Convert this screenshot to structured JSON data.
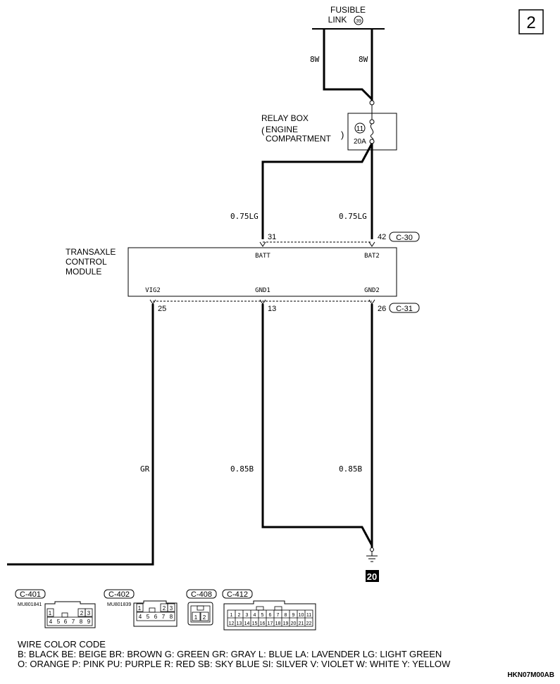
{
  "page_number": "2",
  "fusible_link": {
    "line1": "FUSIBLE",
    "line2": "LINK",
    "number": "39"
  },
  "wires": {
    "w8_left": "8W",
    "w8_right": "8W",
    "lg_left": "0.75LG",
    "lg_right": "0.75LG",
    "gr": "GR",
    "b_mid": "0.85B",
    "b_right": "0.85B"
  },
  "relay_box": {
    "title": "RELAY BOX",
    "sub1": "ENGINE",
    "sub2": "COMPARTMENT",
    "fuse_number": "11",
    "fuse_rating": "20A"
  },
  "module": {
    "line1": "TRANSAXLE",
    "line2": "CONTROL",
    "line3": "MODULE",
    "batt": "BATT",
    "bat2": "BAT2",
    "vig2": "VIG2",
    "gnd1": "GND1",
    "gnd2": "GND2"
  },
  "pins": {
    "p31": "31",
    "p42": "42",
    "p25": "25",
    "p13": "13",
    "p26": "26"
  },
  "connectors": {
    "c30": "C-30",
    "c31": "C-31"
  },
  "ground_number": "20",
  "connector_views": [
    {
      "id": "C-401",
      "part": "MU801841",
      "pins": [
        "1",
        "2",
        "3",
        "4",
        "5",
        "6",
        "7",
        "8",
        "9"
      ]
    },
    {
      "id": "C-402",
      "part": "MU801839",
      "pins": [
        "1",
        "2",
        "3",
        "4",
        "5",
        "6",
        "7",
        "8"
      ]
    },
    {
      "id": "C-408",
      "part": "",
      "pins": [
        "1",
        "2"
      ]
    },
    {
      "id": "C-412",
      "part": "",
      "pins": [
        "1",
        "2",
        "3",
        "4",
        "5",
        "6",
        "7",
        "8",
        "9",
        "10",
        "11",
        "12",
        "13",
        "14",
        "15",
        "16",
        "17",
        "18",
        "19",
        "20",
        "21",
        "22"
      ]
    }
  ],
  "wire_color_code": {
    "title": "WIRE COLOR CODE",
    "line1": "B: BLACK   BE: BEIGE   BR: BROWN   G: GREEN   GR: GRAY   L: BLUE   LA: LAVENDER   LG: LIGHT GREEN",
    "line2": "O: ORANGE   P: PINK   PU: PURPLE   R: RED   SB: SKY BLUE   SI: SILVER   V: VIOLET   W: WHITE   Y: YELLOW"
  },
  "diagram_code": "HKN07M00AB"
}
